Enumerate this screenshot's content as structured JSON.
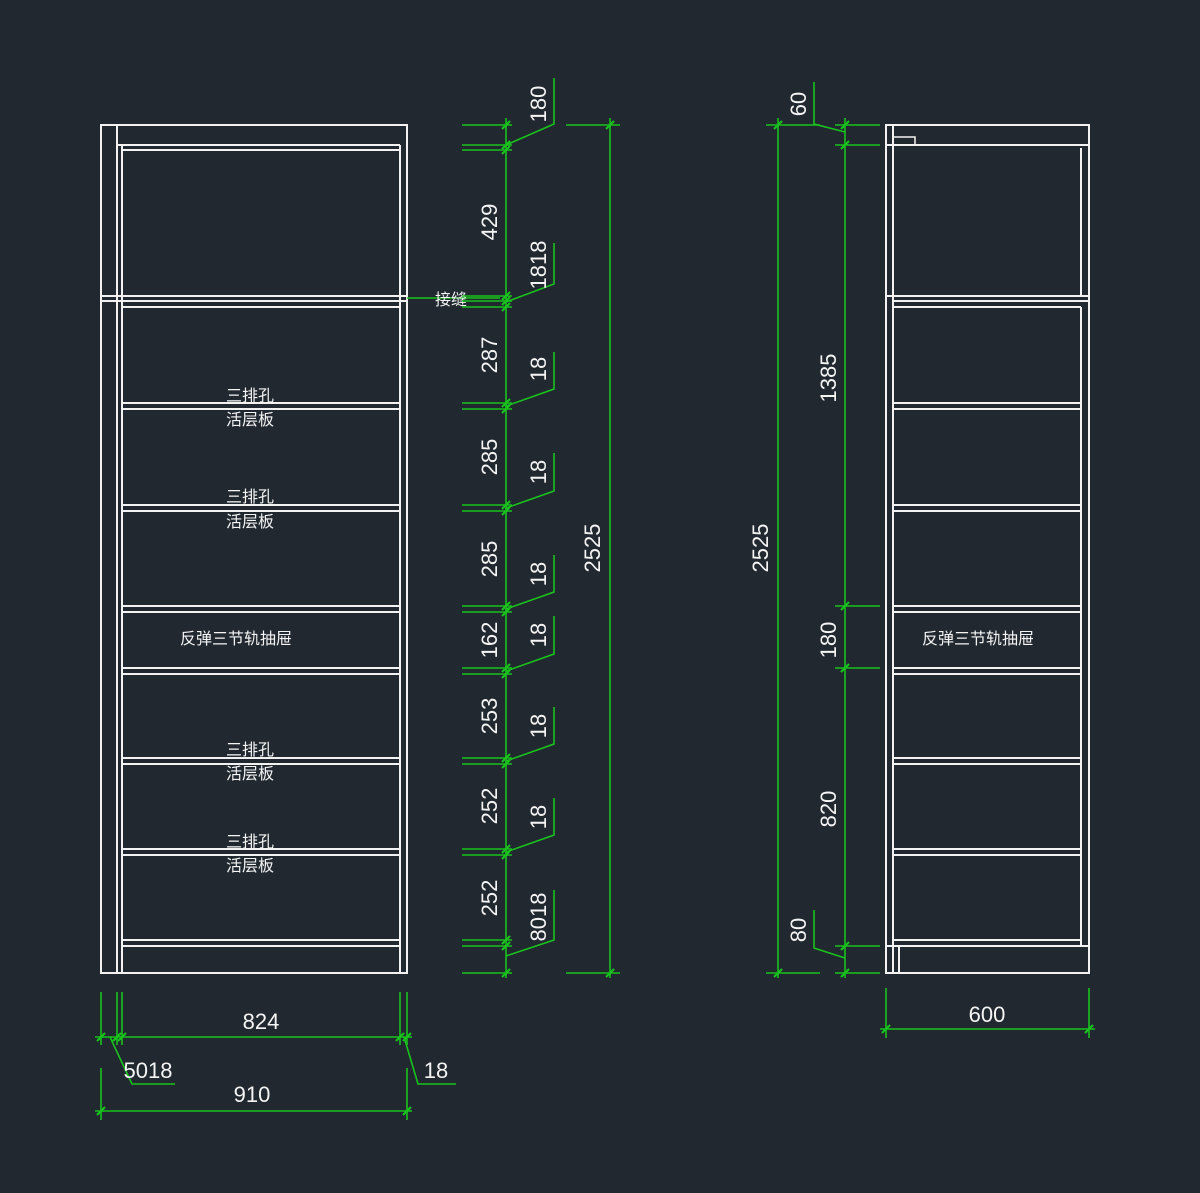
{
  "colors": {
    "background": "#212830",
    "cabinet_lines": "#f2f2f2",
    "dimension_lines": "#19c21c",
    "text": "#f4f4f4"
  },
  "front_view": {
    "labels": {
      "shelf_1_line1": "三排孔",
      "shelf_1_line2": "活层板",
      "shelf_2_line1": "三排孔",
      "shelf_2_line2": "活层板",
      "drawer": "反弹三节轨抽屉",
      "shelf_3_line1": "三排孔",
      "shelf_3_line2": "活层板",
      "shelf_4_line1": "三排孔",
      "shelf_4_line2": "活层板",
      "joint": "接缝"
    },
    "bottom_dims": {
      "inner_width": "824",
      "left_side": "5018",
      "right_side": "18",
      "total_width": "910"
    },
    "vertical_dims": {
      "top_panel": "180",
      "space_1": "429",
      "joint_panels": "1818",
      "space_2": "287",
      "shelf_1": "18",
      "space_3": "285",
      "shelf_2": "18",
      "space_4": "285",
      "shelf_3": "18",
      "drawer_space": "162",
      "shelf_4": "18",
      "space_5": "253",
      "shelf_5": "18",
      "space_6": "252",
      "shelf_6": "18",
      "space_7": "252",
      "bottom_panels": "8018",
      "total_height": "2525"
    }
  },
  "side_view": {
    "labels": {
      "drawer": "反弹三节轨抽屉"
    },
    "dims": {
      "top": "60",
      "upper": "1385",
      "drawer": "180",
      "lower": "820",
      "base": "80",
      "total_height": "2525",
      "depth": "600"
    }
  }
}
